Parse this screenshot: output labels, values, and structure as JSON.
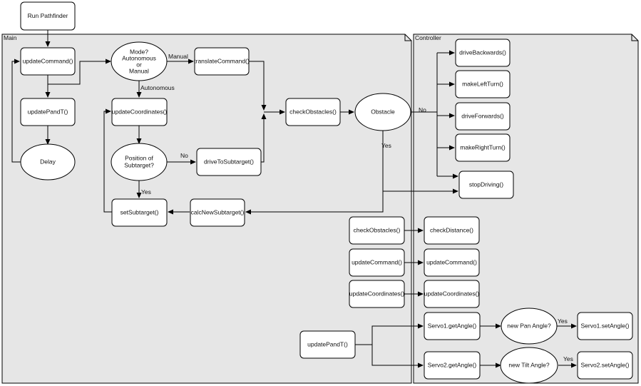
{
  "panels": {
    "main": {
      "title": "Main"
    },
    "controller": {
      "title": "Controller"
    }
  },
  "nodes": {
    "run_pathfinder": "Run Pathfinder",
    "update_command": "updateCommand()",
    "update_pandt": "updatePandT()",
    "delay": "Delay",
    "mode": [
      "Mode?",
      "Autonomous",
      "or",
      "Manual"
    ],
    "translate_command": "translateCommand()",
    "update_coordinates": "updateCoordinates()",
    "position_subtarget": [
      "Position of",
      "Subtarget?"
    ],
    "drive_to_subtarget": "driveToSubtarget()",
    "set_subtarget": "setSubtarget()",
    "calc_new_subtarget": "calcNewSubtarget()",
    "check_obstacles": "checkObstacles()",
    "obstacle": "Obstacle",
    "drive_backwards": "driveBackwards()",
    "make_left_turn": "makeLeftTurn()",
    "drive_forwards": "driveForwards()",
    "make_right_turn": "makeRightTurn()",
    "stop_driving": "stopDriving()",
    "check_obstacles_2": "checkObstacles()",
    "check_distance": "checkDistance()",
    "update_command_2": "updateCommand()",
    "update_command_3": "updateCommand()",
    "update_coordinates_2": "updateCoordinates()",
    "update_coordinates_3": "updateCoordinates()",
    "update_pandt_2": "updatePandT()",
    "servo1_get": "Servo1.getAngle()",
    "new_pan": "new Pan Angle?",
    "servo1_set": "Servo1.setAngle()",
    "servo2_get": "Servo2.getAngle()",
    "new_tilt": "new Tilt Angle?",
    "servo2_set": "Servo2.setAngle()"
  },
  "edge_labels": {
    "manual": "Manual",
    "autonomous": "Autonomous",
    "no_drive": "No",
    "yes_subtarget": "Yes",
    "no_obstacle": "No",
    "yes_obstacle": "Yes",
    "yes_pan": "Yes",
    "yes_tilt": "Yes"
  },
  "colors": {
    "panel_fill": "#e6e6e6",
    "node_fill": "#ffffff",
    "stroke": "#000000"
  }
}
